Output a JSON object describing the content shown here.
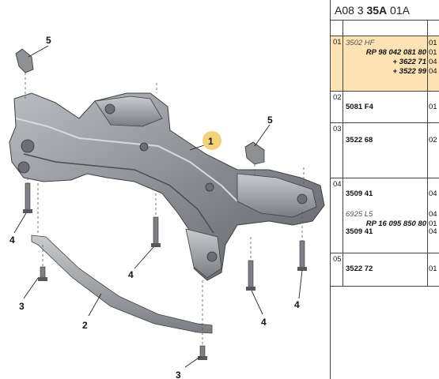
{
  "header": {
    "prefix": "A08 3 ",
    "bold": "35A",
    "suffix": " 01A"
  },
  "colors": {
    "highlight": "#fde3b3",
    "frame": "#7b7f84",
    "badge": "#f4d27a"
  },
  "callouts": [
    "1",
    "2",
    "3",
    "3",
    "4",
    "4",
    "4",
    "4",
    "5",
    "5"
  ],
  "rows": [
    {
      "idx": "01",
      "highlight": true,
      "lines": [
        {
          "text": "3502 HF",
          "qty": "01",
          "style": "italic"
        },
        {
          "text": "RP 98 042 081 80",
          "qty": "01",
          "style": "bold-italic-right"
        },
        {
          "text": "+ 3622 71",
          "qty": "04",
          "style": "bold-italic-right"
        },
        {
          "text": "+ 3522 99",
          "qty": "04",
          "style": "bold-italic-right"
        }
      ]
    },
    {
      "idx": "02",
      "highlight": false,
      "lines": [
        {
          "text": "5081 F4",
          "qty": "01",
          "style": "bold"
        }
      ]
    },
    {
      "idx": "03",
      "highlight": false,
      "lines": [
        {
          "text": "3522 68",
          "qty": "02",
          "style": "bold"
        }
      ]
    },
    {
      "idx": "04",
      "highlight": false,
      "lines": [
        {
          "text": "3509 41",
          "qty": "04",
          "style": "bold"
        },
        {
          "text": "6925 L5",
          "qty": "04",
          "style": "italic"
        },
        {
          "text": "RP 16 095 850 80",
          "qty": "01",
          "style": "bold-italic-right"
        },
        {
          "text": "3509 41",
          "qty": "04",
          "style": "bold"
        }
      ]
    },
    {
      "idx": "05",
      "highlight": false,
      "lines": [
        {
          "text": "3522 72",
          "qty": "01",
          "style": "bold"
        }
      ]
    }
  ]
}
